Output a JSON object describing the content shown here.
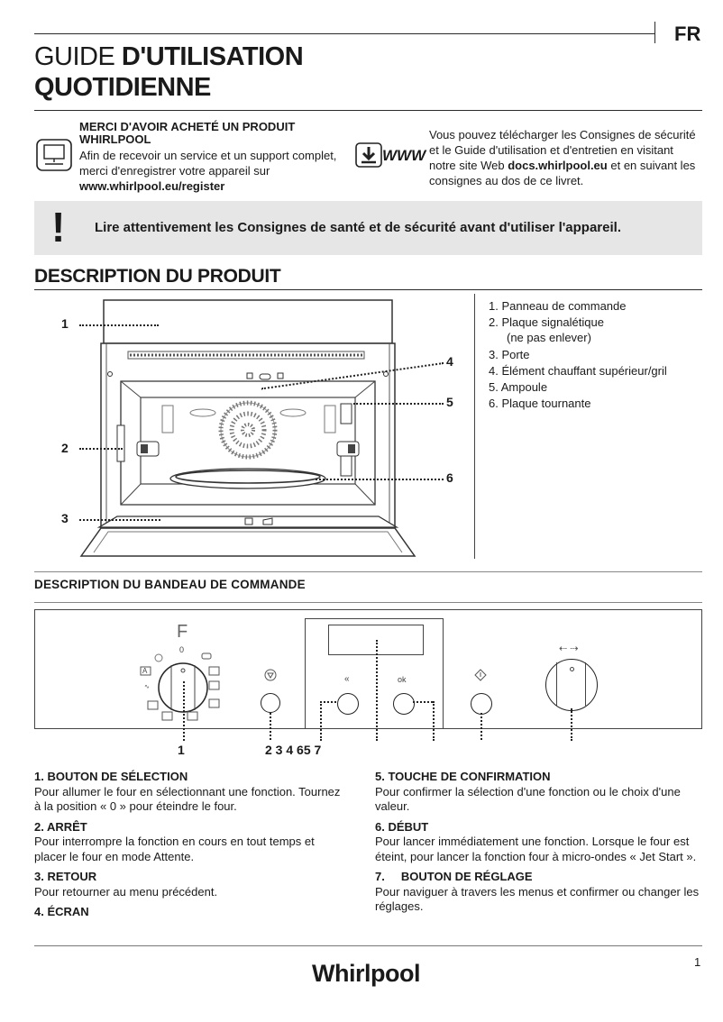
{
  "header": {
    "lang": "FR",
    "title_light": "GUIDE",
    "title_bold_1": "D'UTILISATION",
    "title_bold_2": "QUOTIDIENNE"
  },
  "thanks": {
    "heading": "MERCI D'AVOIR ACHETÉ UN PRODUIT WHIRLPOOL",
    "body": "Afin de recevoir un service et un support complet, merci d'enregistrer votre appareil sur",
    "link": "www.whirlpool.eu/register"
  },
  "download": {
    "icon_label": "WWW",
    "text_1": "Vous pouvez télécharger les Consignes de sécurité et le Guide d'utilisation et d'entretien en visitant notre site Web",
    "link": "docs.whirlpool.eu",
    "text_2": "et en suivant les consignes au dos de ce livret."
  },
  "warning": {
    "mark": "!",
    "text": "Lire attentivement les Consignes de santé et de sécurité avant d'utiliser l'appareil."
  },
  "product": {
    "title": "DESCRIPTION DU PRODUIT",
    "callouts": [
      "1",
      "2",
      "3",
      "4",
      "5",
      "6"
    ],
    "legend": [
      "1. Panneau de commande",
      "2. Plaque signalétique",
      "(ne pas enlever)",
      "3. Porte",
      "4. Élément chauffant supérieur/gril",
      "5. Ampoule",
      "6. Plaque tournante"
    ]
  },
  "panel": {
    "title": "DESCRIPTION DU BANDEAU DE COMMANDE",
    "letter": "F",
    "zero": "0",
    "key_a": "A",
    "back_symbol": "«",
    "ok": "ok",
    "arrows": "⇠ ⇢",
    "callout_1": "1",
    "callout_rest": "2 3 4 65 7"
  },
  "descriptions": {
    "left": [
      {
        "h": "1.  BOUTON DE SÉLECTION",
        "t": "Pour allumer le four en sélectionnant une fonction. Tournez à la position « 0 » pour éteindre le four."
      },
      {
        "h": "2.  ARRÊT",
        "t": "Pour interrompre la fonction en cours en tout temps et placer le four en mode Attente."
      },
      {
        "h": "3.  RETOUR",
        "t": "Pour retourner au menu précédent."
      },
      {
        "h": "4.  ÉCRAN",
        "t": ""
      }
    ],
    "right": [
      {
        "h": "5.  TOUCHE DE CONFIRMATION",
        "t": "Pour confirmer la sélection d'une fonction ou le choix d'une valeur."
      },
      {
        "h": "6.  DÉBUT",
        "t": "Pour lancer immédiatement une fonction. Lorsque le four est éteint, pour lancer la fonction four à micro-ondes « Jet Start »."
      },
      {
        "h": "7.     BOUTON DE RÉGLAGE",
        "t": "Pour naviguer à travers les menus et confirmer ou changer les réglages."
      }
    ]
  },
  "footer": {
    "logo": "Whirlpool",
    "page": "1"
  }
}
